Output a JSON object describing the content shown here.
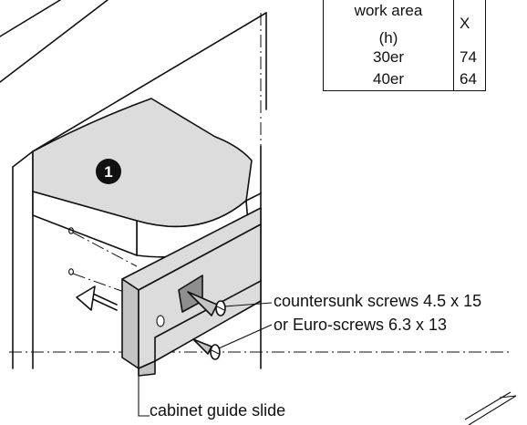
{
  "table": {
    "header_col1_line1": "work area",
    "header_col1_line2": "(h)",
    "header_col2": "X",
    "rows": [
      {
        "size": "30er",
        "x": "74"
      },
      {
        "size": "40er",
        "x": "64"
      }
    ]
  },
  "callouts": {
    "step_number": "1",
    "screws_line1": "countersunk screws 4.5 x 15",
    "screws_line2": "or Euro-screws 6.3  x 13",
    "guide_label": "cabinet guide slide"
  }
}
